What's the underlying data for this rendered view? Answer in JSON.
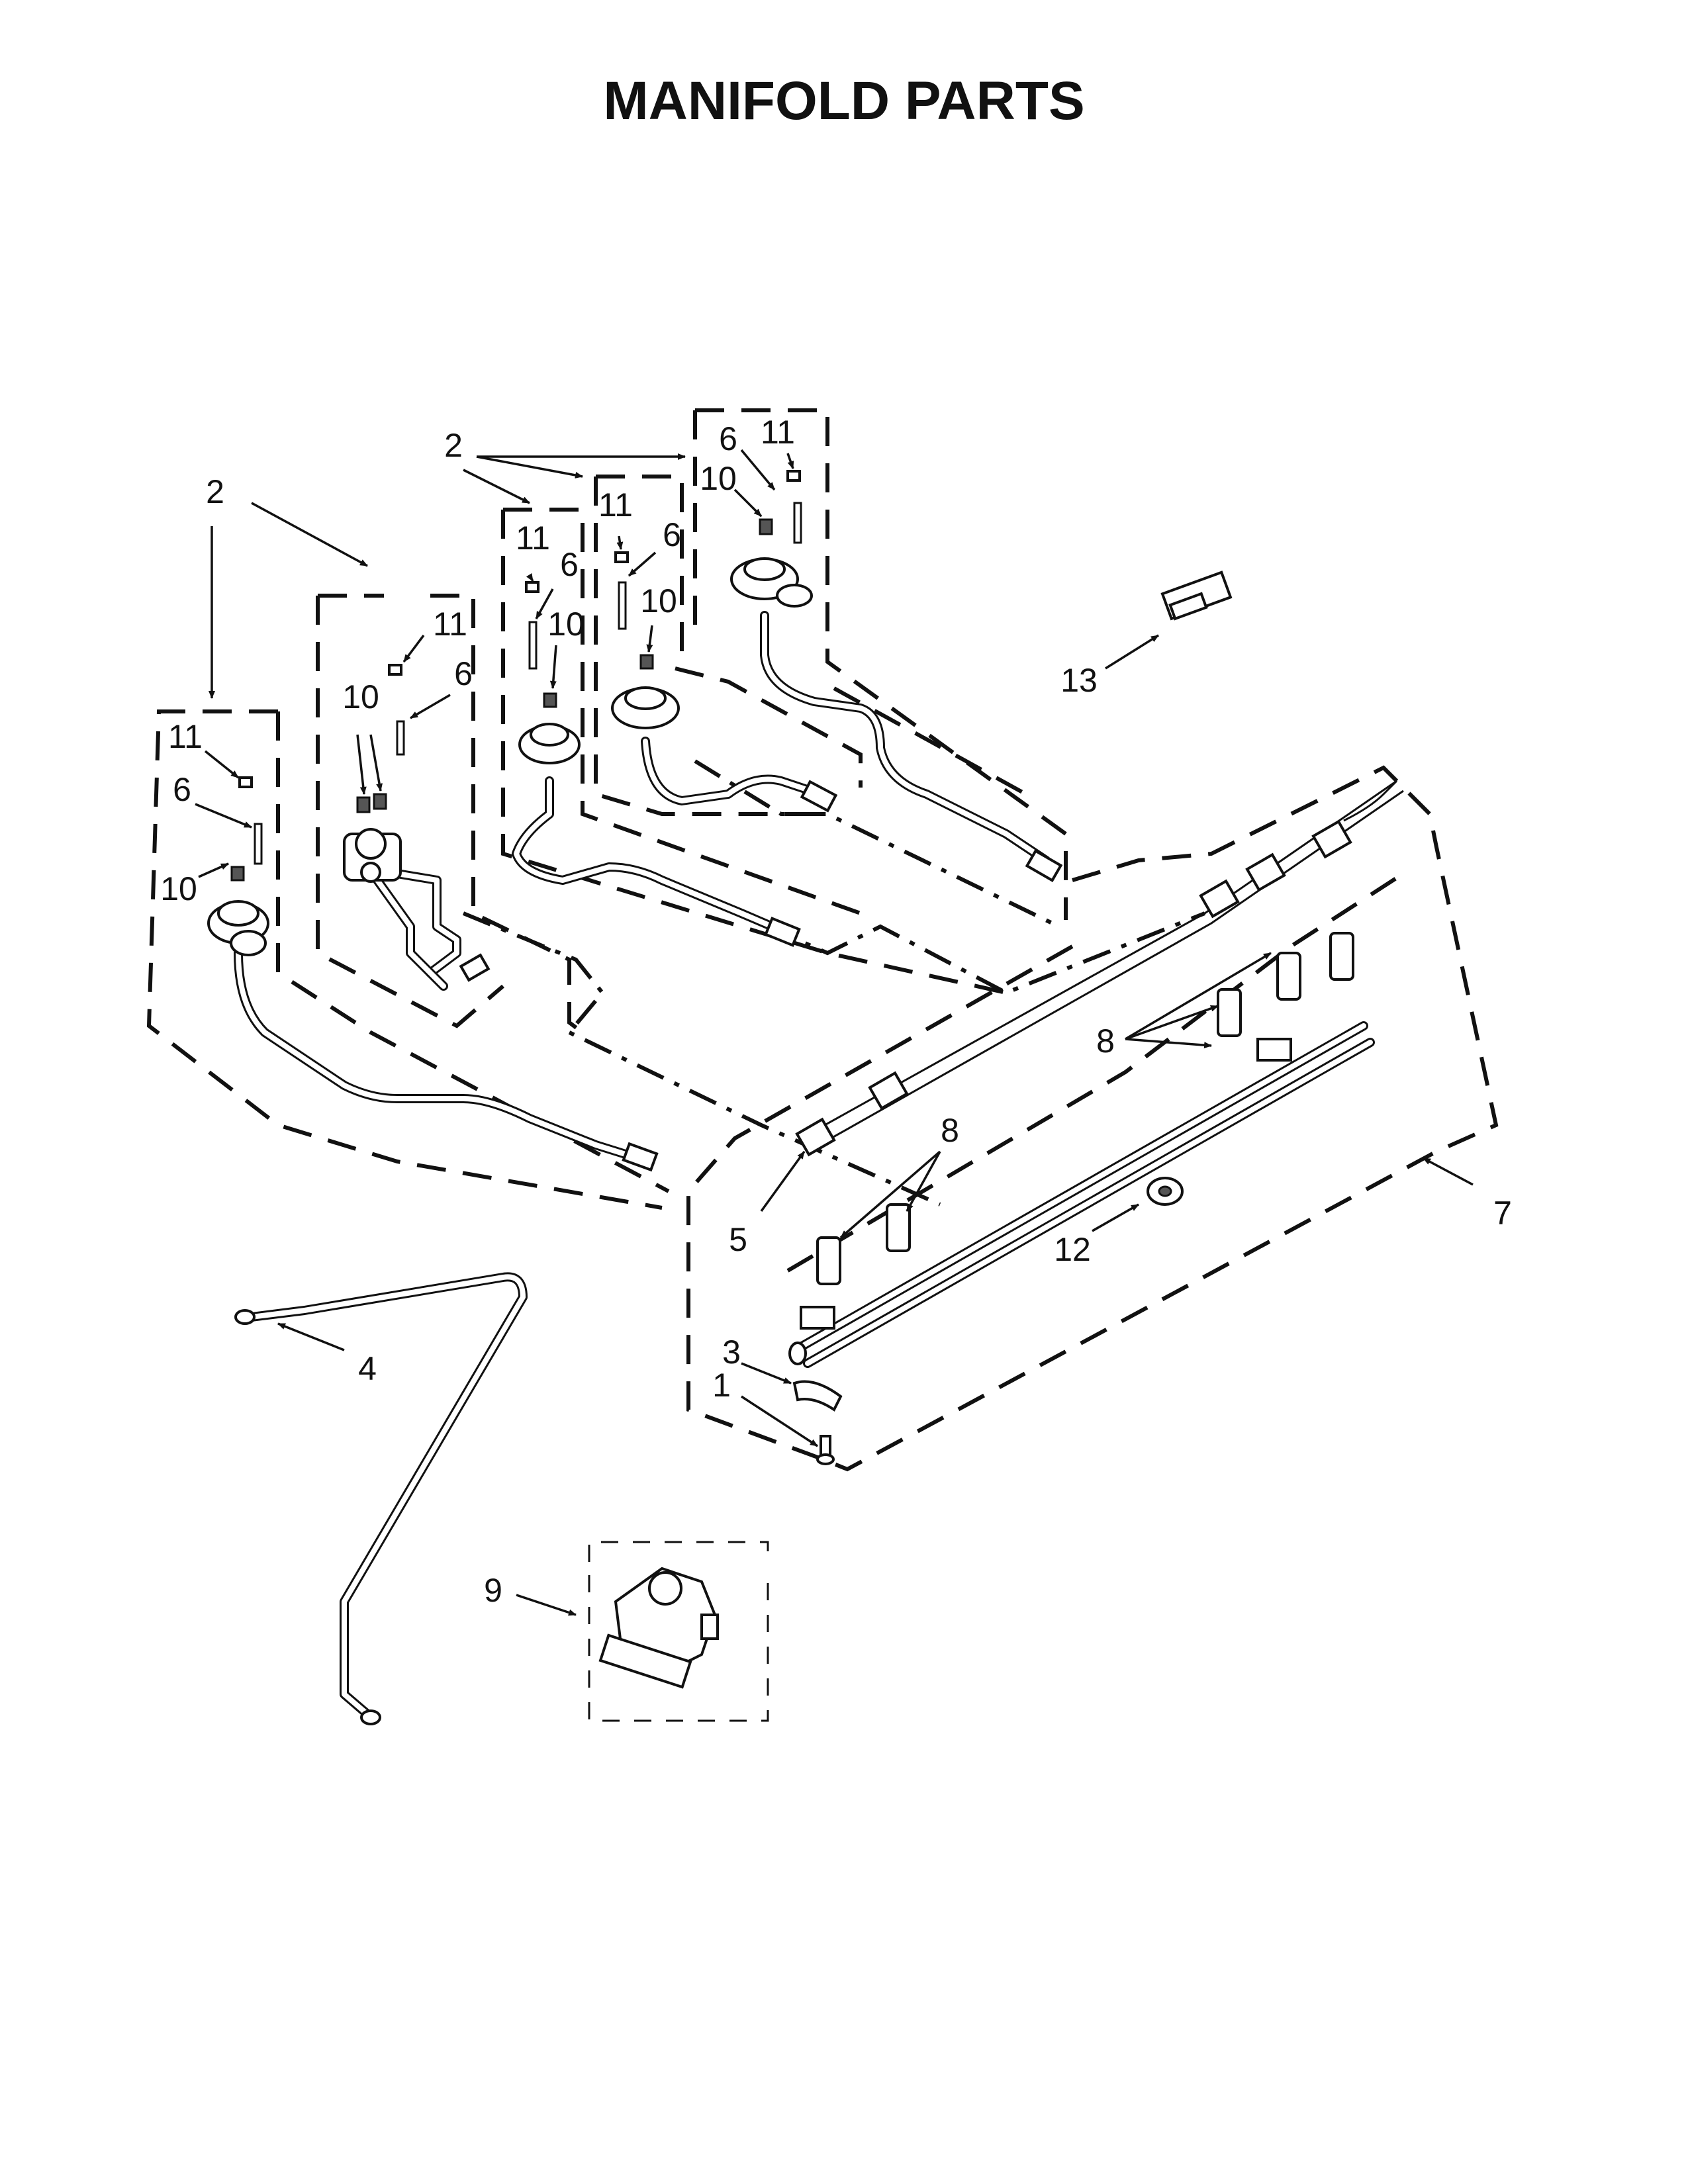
{
  "title": "MANIFOLD PARTS",
  "callouts": [
    {
      "id": "c2a",
      "text": "2"
    },
    {
      "id": "c2b",
      "text": "2"
    },
    {
      "id": "c11a",
      "text": "11"
    },
    {
      "id": "c6a",
      "text": "6"
    },
    {
      "id": "c10a",
      "text": "10"
    },
    {
      "id": "c11b",
      "text": "11"
    },
    {
      "id": "c6b",
      "text": "6"
    },
    {
      "id": "c10b",
      "text": "10"
    },
    {
      "id": "c11c",
      "text": "11"
    },
    {
      "id": "c6c",
      "text": "6"
    },
    {
      "id": "c10c",
      "text": "10"
    },
    {
      "id": "c11d",
      "text": "11"
    },
    {
      "id": "c6d",
      "text": "6"
    },
    {
      "id": "c10d",
      "text": "10"
    },
    {
      "id": "c6e",
      "text": "6"
    },
    {
      "id": "c11e",
      "text": "11"
    },
    {
      "id": "c10e",
      "text": "10"
    },
    {
      "id": "c13",
      "text": "13"
    },
    {
      "id": "c8a",
      "text": "8"
    },
    {
      "id": "c8b",
      "text": "8"
    },
    {
      "id": "c5",
      "text": "5"
    },
    {
      "id": "c7",
      "text": "7"
    },
    {
      "id": "c12",
      "text": "12"
    },
    {
      "id": "c4",
      "text": "4"
    },
    {
      "id": "c3",
      "text": "3"
    },
    {
      "id": "c1",
      "text": "1"
    },
    {
      "id": "c9",
      "text": "9"
    }
  ]
}
